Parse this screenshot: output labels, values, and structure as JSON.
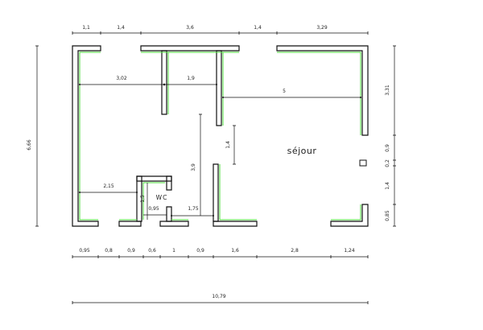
{
  "rooms": {
    "sejour": "séjour",
    "wc": "WC"
  },
  "dimensions": {
    "top": [
      "1,1",
      "1,4",
      "3,6",
      "1,4",
      "3,29"
    ],
    "left_height": "6,66",
    "right": [
      "3,31",
      "0,9",
      "0,2",
      "1,4",
      "0,85"
    ],
    "bottom": [
      "0,95",
      "0,8",
      "0,9",
      "0,6",
      "1",
      "0,9",
      "1,6",
      "2,8",
      "1,24"
    ],
    "total_width": "10,79",
    "interior": {
      "room_width_a": "3,02",
      "room_width_b": "1,9",
      "sejour_width": "5",
      "wall_height_a": "1,4",
      "wall_height_b": "3,9",
      "hall_width": "2,15",
      "wc_height": "1,5",
      "wc_width": "0,95",
      "corridor_width": "1,75"
    }
  }
}
